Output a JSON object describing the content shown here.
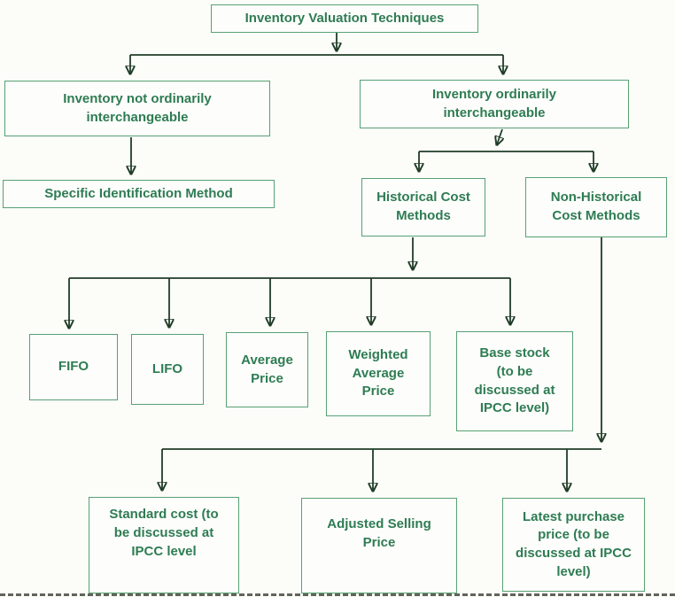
{
  "diagram": {
    "title": "Inventory Valuation Techniques",
    "type": "flowchart",
    "colors": {
      "box_border": "#57a174",
      "box_text": "#2e7c52",
      "connector_line": "#203d27",
      "background": "#fcfcf9"
    },
    "nodes": {
      "root": {
        "label": "Inventory Valuation Techniques"
      },
      "not_interchangeable": {
        "label": "Inventory not ordinarily\ninterchangeable"
      },
      "interchangeable": {
        "label": "Inventory ordinarily\ninterchangeable"
      },
      "specific_identification": {
        "label": "Specific Identification Method"
      },
      "historical": {
        "label": "Historical Cost\nMethods"
      },
      "non_historical": {
        "label": "Non-Historical\nCost Methods"
      },
      "fifo": {
        "label": "FIFO"
      },
      "lifo": {
        "label": "LIFO"
      },
      "average_price": {
        "label": "Average\nPrice"
      },
      "weighted_average_price": {
        "label": "Weighted\nAverage\nPrice"
      },
      "base_stock": {
        "label": "Base stock\n(to be\ndiscussed at\nIPCC level)"
      },
      "standard_cost": {
        "label": "Standard cost (to\nbe discussed at\nIPCC level"
      },
      "adjusted_selling_price": {
        "label": "Adjusted Selling\nPrice"
      },
      "latest_purchase_price": {
        "label": "Latest purchase\nprice (to be\ndiscussed at IPCC\nlevel)"
      }
    },
    "edges": [
      {
        "from": "root",
        "to": "not_interchangeable"
      },
      {
        "from": "root",
        "to": "interchangeable"
      },
      {
        "from": "not_interchangeable",
        "to": "specific_identification"
      },
      {
        "from": "interchangeable",
        "to": "historical"
      },
      {
        "from": "interchangeable",
        "to": "non_historical"
      },
      {
        "from": "historical",
        "to": "fifo"
      },
      {
        "from": "historical",
        "to": "lifo"
      },
      {
        "from": "historical",
        "to": "average_price"
      },
      {
        "from": "historical",
        "to": "weighted_average_price"
      },
      {
        "from": "historical",
        "to": "base_stock"
      },
      {
        "from": "non_historical",
        "to": "standard_cost"
      },
      {
        "from": "non_historical",
        "to": "adjusted_selling_price"
      },
      {
        "from": "non_historical",
        "to": "latest_purchase_price"
      }
    ]
  }
}
